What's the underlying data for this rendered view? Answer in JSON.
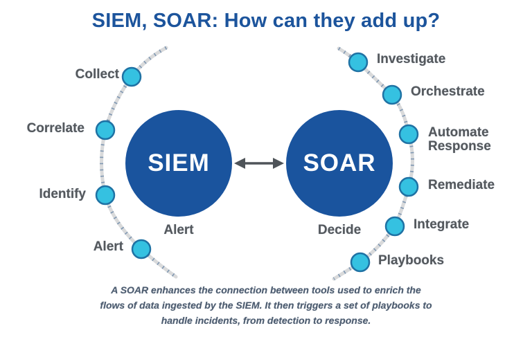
{
  "title": "SIEM, SOAR: How can they add up?",
  "diagram": {
    "siem": {
      "label": "SIEM",
      "bottom_label": "Alert"
    },
    "soar": {
      "label": "SOAR",
      "bottom_label": "Decide"
    },
    "siem_steps": [
      "Collect",
      "Correlate",
      "Identify",
      "Alert"
    ],
    "soar_steps": [
      "Investigate",
      "Orchestrate",
      "Automate Response",
      "Remediate",
      "Integrate",
      "Playbooks"
    ],
    "connector": "bidirectional-arrow"
  },
  "caption": {
    "lines": [
      "A SOAR enhances the connection between tools used to enrich the",
      "flows of data ingested by the SIEM. It then triggers a set of playbooks to",
      "handle incidents, from detection to response."
    ]
  },
  "colors": {
    "title_blue": "#1c549c",
    "node_blue": "#1a549e",
    "dot_cyan": "#35c1e1",
    "dot_border": "#1f72a4",
    "arc_gray": "#d9dadb",
    "arc_dash": "#34618f",
    "label_gray": "#54585c",
    "caption_navy": "#4c5b6e",
    "arrow_gray": "#4f5459"
  }
}
